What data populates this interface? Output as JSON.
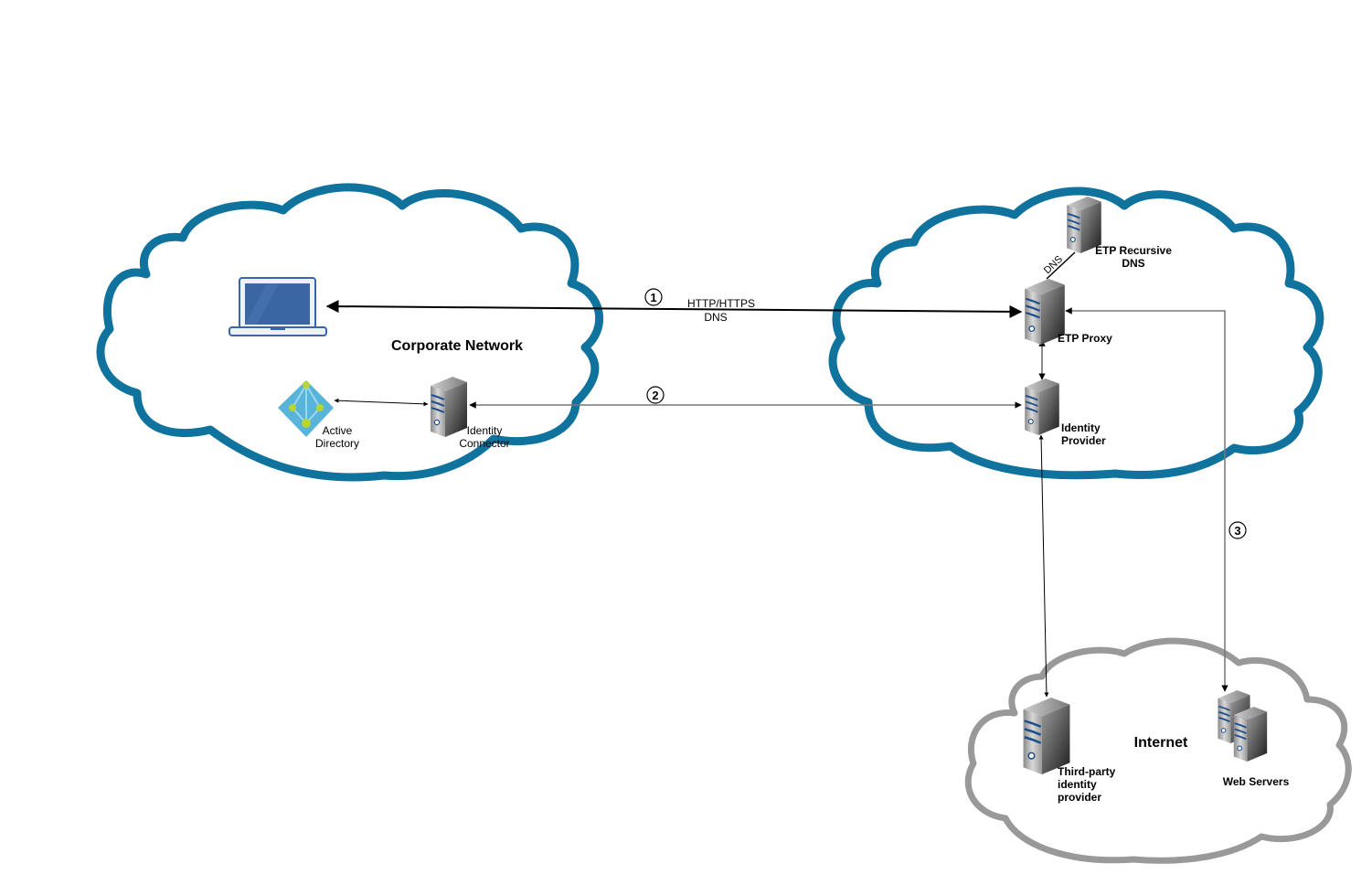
{
  "diagram": {
    "zones": [
      {
        "id": "corporate",
        "label": "Corporate Network",
        "stroke": "#10739E"
      },
      {
        "id": "etp",
        "label": "",
        "stroke": "#10739E"
      },
      {
        "id": "internet",
        "label": "Internet",
        "stroke": "#999999"
      }
    ],
    "nodes": {
      "laptop": {
        "label": "",
        "icon": "laptop-icon"
      },
      "active_directory": {
        "label_line1": "Active",
        "label_line2": "Directory",
        "icon": "active-directory-icon"
      },
      "identity_connector": {
        "label_line1": "Identity",
        "label_line2": "Connector",
        "icon": "server-icon"
      },
      "etp_recursive_dns": {
        "label_line1": "ETP Recursive",
        "label_line2": "DNS",
        "icon": "server-icon"
      },
      "etp_proxy": {
        "label": "ETP Proxy",
        "icon": "server-icon"
      },
      "identity_provider": {
        "label_line1": "Identity",
        "label_line2": "Provider",
        "icon": "server-icon"
      },
      "third_party_idp": {
        "label_line1": "Third-party",
        "label_line2": "identity",
        "label_line3": "provider",
        "icon": "server-icon"
      },
      "web_servers": {
        "label": "Web Servers",
        "icon": "server-pair-icon"
      }
    },
    "edges": {
      "laptop_proxy": {
        "label_line1": "HTTP/HTTPS",
        "label_line2": "DNS",
        "step": "1"
      },
      "connector_idp": {
        "step": "2"
      },
      "proxy_webservers": {
        "step": "3"
      },
      "dns_link": {
        "label": "DNS"
      }
    },
    "colors": {
      "cloud_blue": "#10739E",
      "cloud_gray": "#999999",
      "laptop_blue": "#3A66A3",
      "ad_blue": "#59B4D9",
      "ad_green": "#B8D432",
      "server_stripe": "#1F4E8C"
    }
  }
}
